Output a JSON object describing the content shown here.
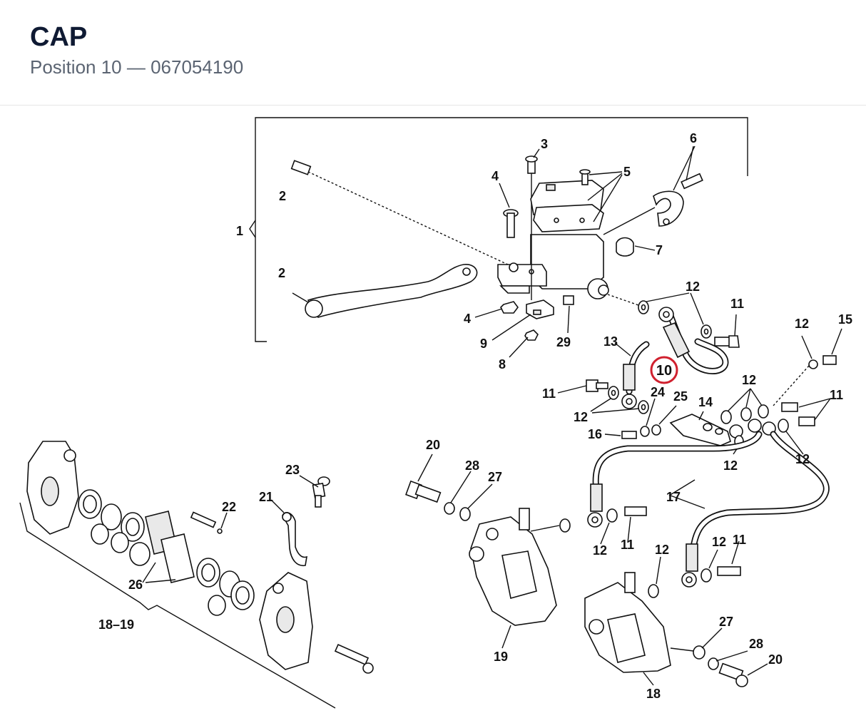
{
  "header": {
    "title": "CAP",
    "subtitle": "Position 10 — 067054190"
  },
  "diagram": {
    "highlight": {
      "label": "10",
      "color": "#d0202e"
    },
    "labels": [
      "1",
      "2",
      "2",
      "3",
      "4",
      "4",
      "5",
      "6",
      "7",
      "8",
      "9",
      "29",
      "12",
      "11",
      "13",
      "12",
      "15",
      "11",
      "12",
      "24",
      "25",
      "14",
      "12",
      "11",
      "16",
      "12",
      "12",
      "20",
      "28",
      "27",
      "23",
      "21",
      "22",
      "26",
      "18–19",
      "17",
      "12",
      "11",
      "19",
      "12",
      "12",
      "11",
      "27",
      "28",
      "20",
      "18"
    ]
  }
}
